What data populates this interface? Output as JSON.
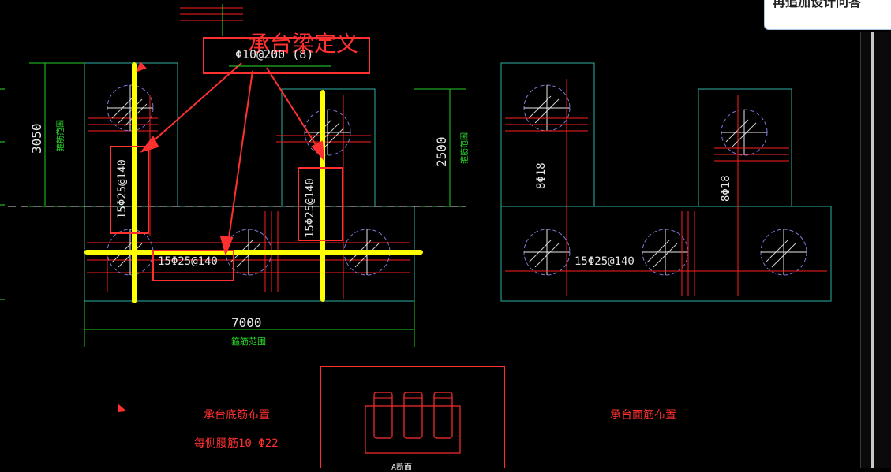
{
  "annotation": {
    "title": "承台梁定义",
    "stirrup_label": "Φ10@200 (8)"
  },
  "left_plan": {
    "dim_height_left": "3050",
    "dim_height_left_note": "箍筋范围",
    "dim_height_right": "2500",
    "dim_height_right_note": "箍筋范围",
    "dim_width": "7000",
    "dim_width_note": "箍筋范围",
    "rebar_left_vertical": "15Φ25@140",
    "rebar_right_vertical": "15Φ25@140",
    "rebar_horizontal": "15Φ25@140",
    "caption": "承台底筋布置",
    "subcaption": "每侧腰筋10 Φ22"
  },
  "right_plan": {
    "rebar_left_vertical": "8Φ18",
    "rebar_right_vertical": "8Φ18",
    "rebar_horizontal": "15Φ25@140",
    "caption": "承台面筋布置"
  },
  "section": {
    "label": "A断面"
  },
  "tooltip": {
    "text": "再追加设计问答"
  },
  "colors": {
    "background": "#000000",
    "outline": "#2fb0a6",
    "rebar": "#ff2020",
    "dimension": "#22cc22",
    "highlight": "#ffff00",
    "annotation": "#ff3030",
    "pile_circle": "#7a7ad8"
  }
}
